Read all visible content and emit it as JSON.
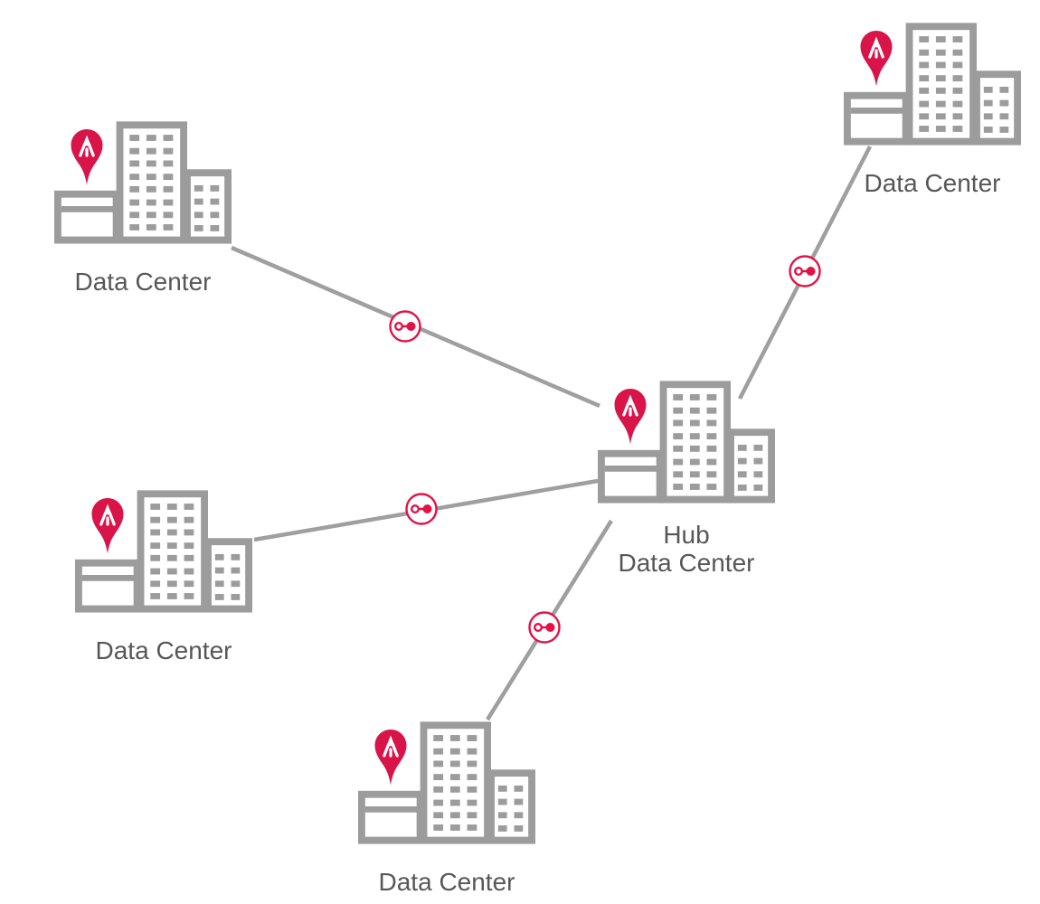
{
  "diagram": {
    "type": "network-topology",
    "nodes": [
      {
        "id": "dc-top-left",
        "label": "Data Center"
      },
      {
        "id": "dc-top-right",
        "label": "Data Center"
      },
      {
        "id": "dc-middle-left",
        "label": "Data Center"
      },
      {
        "id": "dc-bottom",
        "label": "Data Center"
      },
      {
        "id": "dc-hub",
        "label": "Hub Data Center",
        "label_lines": [
          "Hub",
          "Data Center"
        ]
      }
    ],
    "edges": [
      {
        "from": "dc-top-left",
        "to": "dc-hub",
        "midpoint_icon": "circuit-connection-icon"
      },
      {
        "from": "dc-top-right",
        "to": "dc-hub",
        "midpoint_icon": "circuit-connection-icon"
      },
      {
        "from": "dc-middle-left",
        "to": "dc-hub",
        "midpoint_icon": "circuit-connection-icon"
      },
      {
        "from": "dc-bottom",
        "to": "dc-hub",
        "midpoint_icon": "circuit-connection-icon"
      }
    ],
    "icons": {
      "building": "data-center-building-icon",
      "pin": "location-pin-tower-icon",
      "connector": "circuit-connection-icon"
    },
    "colors": {
      "building_gray": "#9c9c9c",
      "edge_gray": "#9f9f9f",
      "pin_red": "#d81448",
      "connector_red": "#e31146",
      "label_text": "#575757",
      "background": "#ffffff"
    }
  }
}
